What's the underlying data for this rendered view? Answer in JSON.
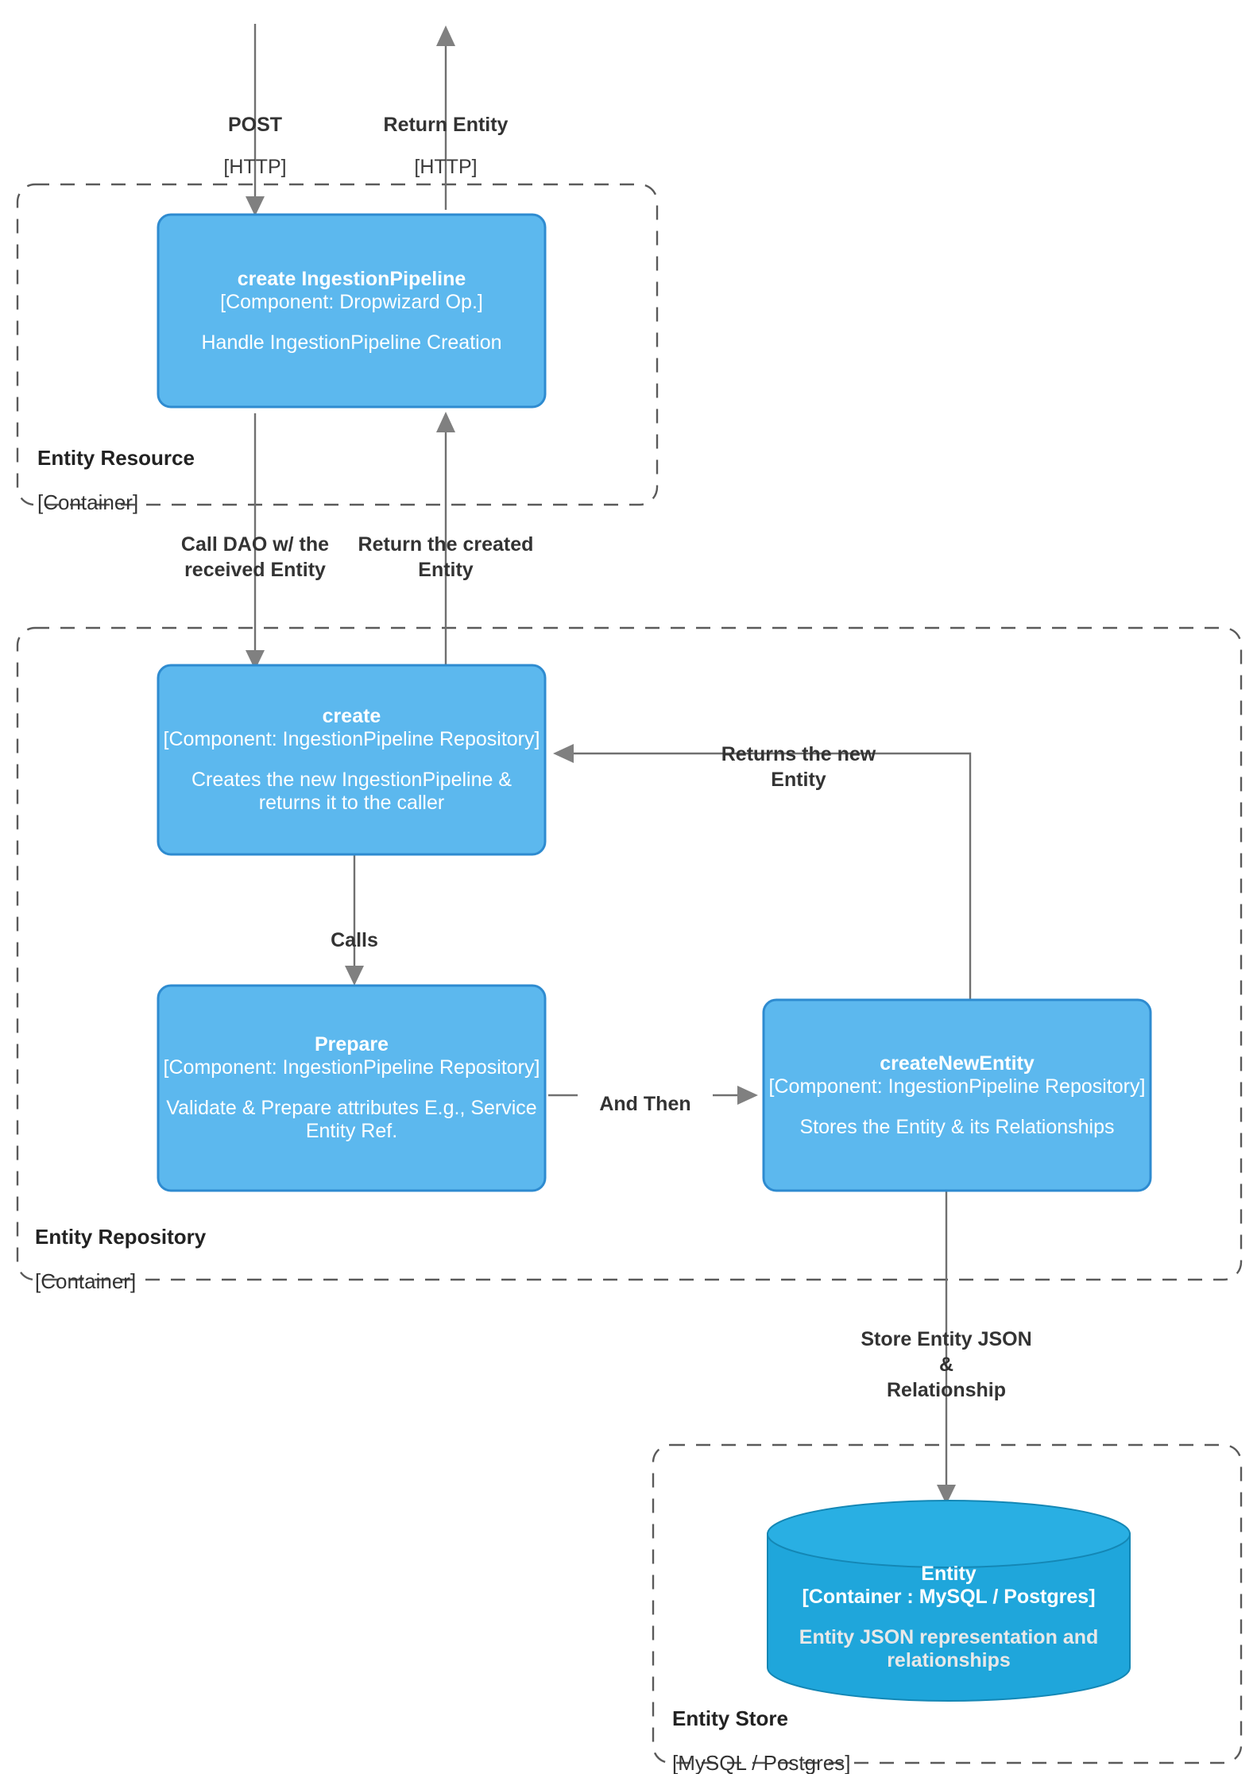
{
  "diagram": {
    "type": "c4-component-diagram",
    "colors": {
      "component_fill": "#5cb8ee",
      "component_stroke": "#2e8bd0",
      "database_fill": "#1fa6db",
      "database_stroke": "#1487b5",
      "boundary_stroke": "#5a5a5a",
      "connector_stroke": "#707070",
      "text_dark": "#333333",
      "text_light": "#ffffff"
    }
  },
  "boundaries": [
    {
      "id": "entity-resource",
      "title": "Entity Resource",
      "subtitle": "[Container]"
    },
    {
      "id": "entity-repository",
      "title": "Entity Repository",
      "subtitle": "[Container]"
    },
    {
      "id": "entity-store",
      "title": "Entity Store",
      "subtitle": "[MySQL / Postgres]"
    }
  ],
  "components": [
    {
      "id": "create-ingestion-pipeline",
      "title": "create IngestionPipeline",
      "tech": "[Component: Dropwizard Op.]",
      "description": "Handle IngestionPipeline Creation"
    },
    {
      "id": "create",
      "title": "create",
      "tech": "[Component: IngestionPipeline Repository]",
      "description": "Creates the new IngestionPipeline & returns it to the caller"
    },
    {
      "id": "prepare",
      "title": "Prepare",
      "tech": "[Component: IngestionPipeline Repository]",
      "description": "Validate & Prepare attributes E.g., Service Entity Ref."
    },
    {
      "id": "create-new-entity",
      "title": "createNewEntity",
      "tech": "[Component: IngestionPipeline Repository]",
      "description": "Stores the Entity & its Relationships"
    }
  ],
  "database": {
    "id": "entity-db",
    "title": "Entity",
    "tech": "[Container : MySQL / Postgres]",
    "description": "Entity JSON representation and relationships"
  },
  "edges": [
    {
      "id": "post-http",
      "label": "POST",
      "tech": "[HTTP]",
      "direction": "down"
    },
    {
      "id": "return-entity-http",
      "label": "Return Entity",
      "tech": "[HTTP]",
      "direction": "up"
    },
    {
      "id": "call-dao",
      "label": "Call DAO w/ the\nreceived Entity",
      "direction": "down"
    },
    {
      "id": "return-created-entity",
      "label": "Return the created\nEntity",
      "direction": "up"
    },
    {
      "id": "returns-new-entity",
      "label": "Returns the new\nEntity",
      "direction": "left"
    },
    {
      "id": "calls",
      "label": "Calls",
      "direction": "down"
    },
    {
      "id": "and-then",
      "label": "And Then",
      "direction": "right"
    },
    {
      "id": "store-entity-json",
      "label": "Store Entity JSON\n&\nRelationship",
      "direction": "down"
    }
  ]
}
